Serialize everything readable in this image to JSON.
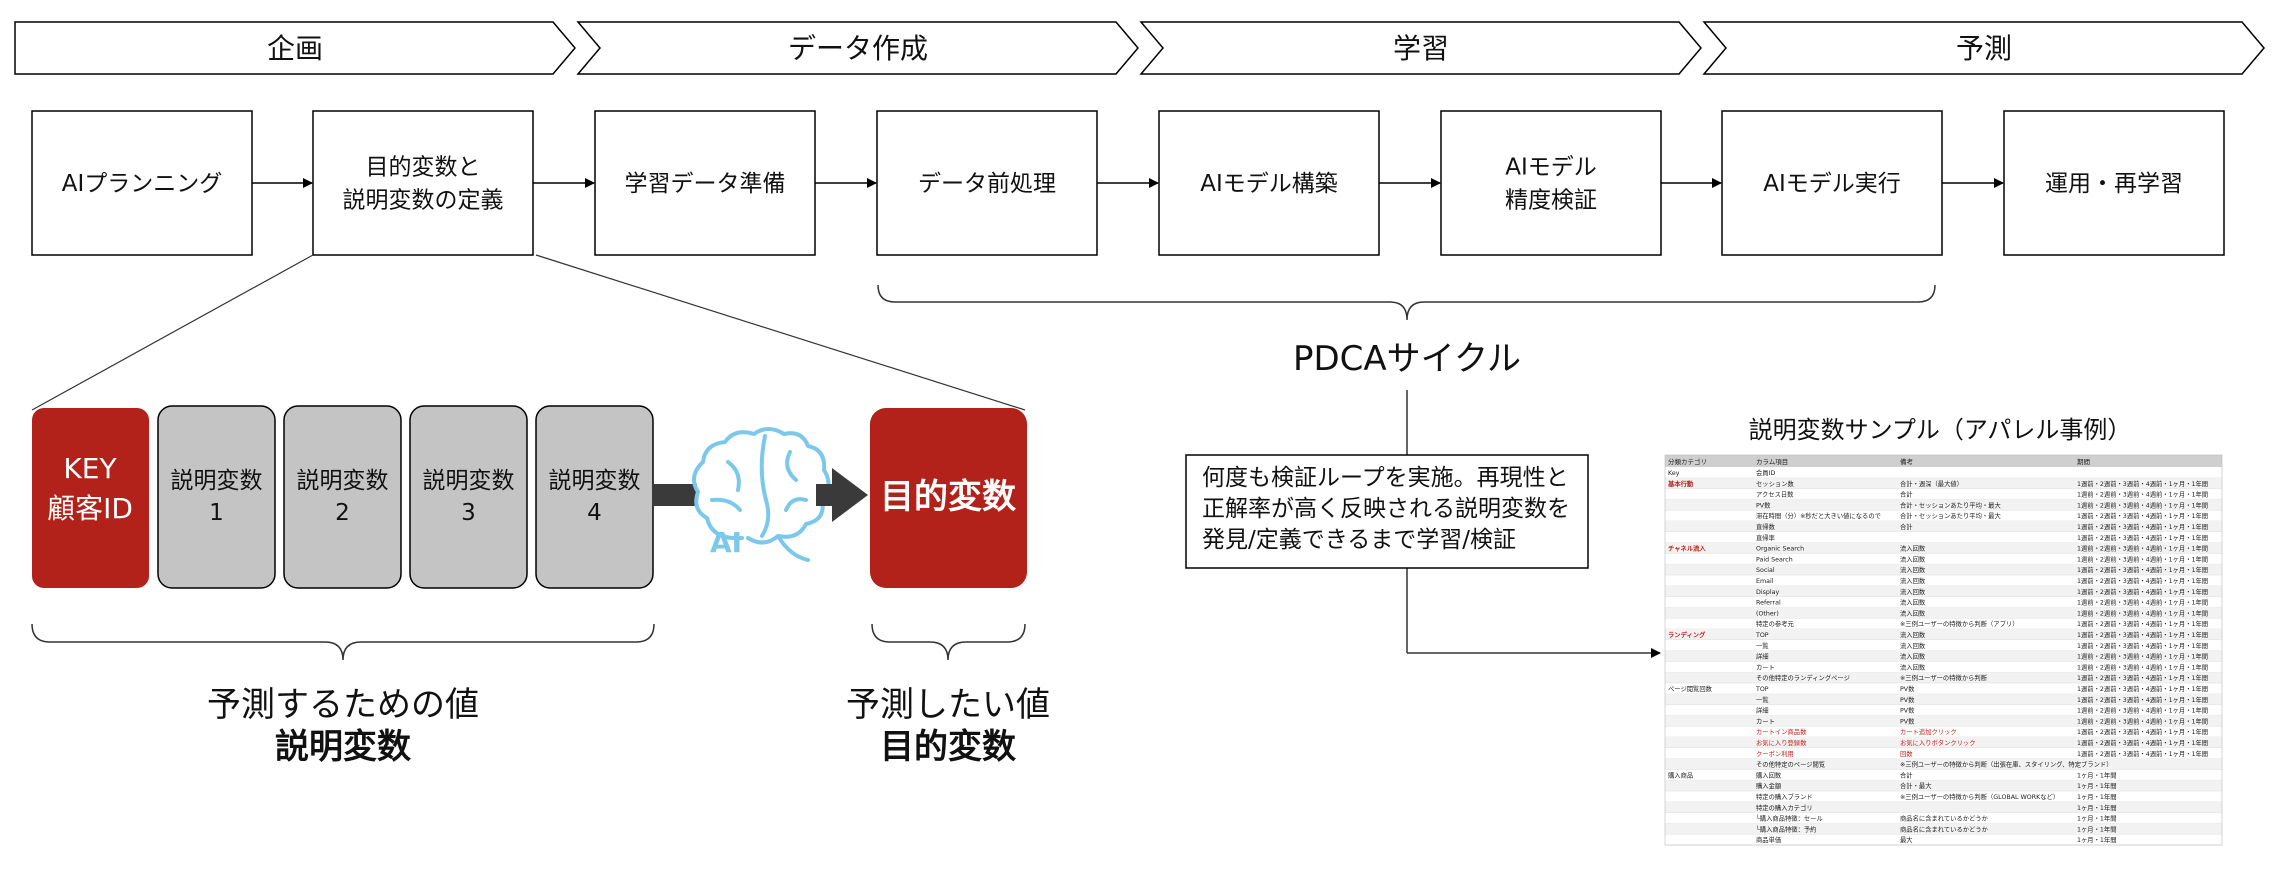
{
  "phases": [
    "企画",
    "データ作成",
    "学習",
    "予測"
  ],
  "steps": [
    {
      "lines": [
        "AIプランニング"
      ]
    },
    {
      "lines": [
        "目的変数と",
        "説明変数の定義"
      ]
    },
    {
      "lines": [
        "学習データ準備"
      ]
    },
    {
      "lines": [
        "データ前処理"
      ]
    },
    {
      "lines": [
        "AIモデル構築"
      ]
    },
    {
      "lines": [
        "AIモデル",
        "精度検証"
      ]
    },
    {
      "lines": [
        "AIモデル実行"
      ]
    },
    {
      "lines": [
        "運用・再学習"
      ]
    }
  ],
  "pdca_label": "PDCAサイクル",
  "pdca_note": [
    "何度も検証ループを実施。再現性と",
    "正解率が高く反映される説明変数を",
    "発見/定義できるまで学習/検証"
  ],
  "variables": {
    "key": [
      "KEY",
      "顧客ID"
    ],
    "explanatory": [
      [
        "説明変数",
        "1"
      ],
      [
        "説明変数",
        "2"
      ],
      [
        "説明変数",
        "3"
      ],
      [
        "説明変数",
        "4"
      ]
    ],
    "ai_label": "AI",
    "target": "目的変数"
  },
  "captions": {
    "left_line1": "予測するための値",
    "left_line2": "説明変数",
    "right_line1": "予測したい値",
    "right_line2": "目的変数"
  },
  "sample": {
    "title": "説明変数サンプル（アパレル事例）",
    "columns": [
      "分類カテゴリ",
      "カラム項目",
      "備考",
      "期間"
    ],
    "rows": [
      {
        "cat": "Key",
        "item": "会員ID",
        "note": "",
        "period": ""
      },
      {
        "cat": "基本行動",
        "cat_red": true,
        "item": "セッション数",
        "note": "合計・週深（最大値）",
        "period": "1週前・2週前・3週前・4週前・1ヶ月・1年間"
      },
      {
        "cat": "",
        "item": "アクセス日数",
        "note": "合計",
        "period": "1週前・2週前・3週前・4週前・1ヶ月・1年間"
      },
      {
        "cat": "",
        "item": "PV数",
        "note": "合計・セッションあたり平均・最大",
        "period": "1週前・2週前・3週前・4週前・1ヶ月・1年間"
      },
      {
        "cat": "",
        "item": "滞在時間（分）※秒だと大きい値になるので",
        "note": "合計・セッションあたり平均・最大",
        "period": "1週前・2週前・3週前・4週前・1ヶ月・1年間"
      },
      {
        "cat": "",
        "item": "直帰数",
        "note": "合計",
        "period": "1週前・2週前・3週前・4週前・1ヶ月・1年間"
      },
      {
        "cat": "",
        "item": "直帰率",
        "note": "",
        "period": "1週前・2週前・3週前・4週前・1ヶ月・1年間"
      },
      {
        "cat": "チャネル流入",
        "cat_red": true,
        "item": "Organic Search",
        "note": "流入回数",
        "period": "1週前・2週前・3週前・4週前・1ヶ月・1年間"
      },
      {
        "cat": "",
        "item": "Paid Search",
        "note": "流入回数",
        "period": "1週前・2週前・3週前・4週前・1ヶ月・1年間"
      },
      {
        "cat": "",
        "item": "Social",
        "note": "流入回数",
        "period": "1週前・2週前・3週前・4週前・1ヶ月・1年間"
      },
      {
        "cat": "",
        "item": "Email",
        "note": "流入回数",
        "period": "1週前・2週前・3週前・4週前・1ヶ月・1年間"
      },
      {
        "cat": "",
        "item": "Display",
        "note": "流入回数",
        "period": "1週前・2週前・3週前・4週前・1ヶ月・1年間"
      },
      {
        "cat": "",
        "item": "Referral",
        "note": "流入回数",
        "period": "1週前・2週前・3週前・4週前・1ヶ月・1年間"
      },
      {
        "cat": "",
        "item": "(Other)",
        "note": "流入回数",
        "period": "1週前・2週前・3週前・4週前・1ヶ月・1年間"
      },
      {
        "cat": "",
        "item": "特定の参考元",
        "note": "※三例ユーザーの特徴から判断（アプリ）",
        "period": "1週前・2週前・3週前・4週前・1ヶ月・1年間"
      },
      {
        "cat": "ランディング",
        "cat_red": true,
        "item": "TOP",
        "note": "流入回数",
        "period": "1週前・2週前・3週前・4週前・1ヶ月・1年間"
      },
      {
        "cat": "",
        "item": "一覧",
        "note": "流入回数",
        "period": "1週前・2週前・3週前・4週前・1ヶ月・1年間"
      },
      {
        "cat": "",
        "item": "詳細",
        "note": "流入回数",
        "period": "1週前・2週前・3週前・4週前・1ヶ月・1年間"
      },
      {
        "cat": "",
        "item": "カート",
        "note": "流入回数",
        "period": "1週前・2週前・3週前・4週前・1ヶ月・1年間"
      },
      {
        "cat": "",
        "item": "その他特定のランディングページ",
        "note": "※三例ユーザーの特徴から判断",
        "period": "1週前・2週前・3週前・4週前・1ヶ月・1年間"
      },
      {
        "cat": "ページ閲覧回数",
        "item": "TOP",
        "note": "PV数",
        "period": "1週前・2週前・3週前・4週前・1ヶ月・1年間"
      },
      {
        "cat": "",
        "item": "一覧",
        "note": "PV数",
        "period": "1週前・2週前・3週前・4週前・1ヶ月・1年間"
      },
      {
        "cat": "",
        "item": "詳細",
        "note": "PV数",
        "period": "1週前・2週前・3週前・4週前・1ヶ月・1年間"
      },
      {
        "cat": "",
        "item": "カート",
        "note": "PV数",
        "period": "1週前・2週前・3週前・4週前・1ヶ月・1年間"
      },
      {
        "cat": "",
        "item": "カートイン商品数",
        "item_red": true,
        "note": "カート追加クリック",
        "note_red": true,
        "period": "1週前・2週前・3週前・4週前・1ヶ月・1年間"
      },
      {
        "cat": "",
        "item": "お気に入り登録数",
        "item_red": true,
        "note": "お気に入りボタンクリック",
        "note_red": true,
        "period": "1週前・2週前・3週前・4週前・1ヶ月・1年間"
      },
      {
        "cat": "",
        "item": "クーポン利用",
        "item_red": true,
        "note": "回数",
        "note_red": true,
        "period": "1週前・2週前・3週前・4週前・1ヶ月・1年間"
      },
      {
        "cat": "",
        "item": "その他特定のページ閲覧",
        "note": "※三例ユーザーの特徴から判断（出張在庫、スタイリング、特定ブランド）",
        "period": ""
      },
      {
        "cat": "購入商品",
        "item": "購入回数",
        "note": "合計",
        "period": "1ヶ月・1年間"
      },
      {
        "cat": "",
        "item": "購入金額",
        "note": "合計・最大",
        "period": "1ヶ月・1年間"
      },
      {
        "cat": "",
        "item": "特定の購入ブランド",
        "note": "※三例ユーザーの特徴から判断（GLOBAL WORKなど）",
        "period": "1ヶ月・1年間"
      },
      {
        "cat": "",
        "item": "特定の購入カテゴリ",
        "note": "",
        "period": "1ヶ月・1年間"
      },
      {
        "cat": "",
        "item": "└購入商品特徴：セール",
        "note": "商品名に含まれているかどうか",
        "period": "1ヶ月・1年間"
      },
      {
        "cat": "",
        "item": "└購入商品特徴：予約",
        "note": "商品名に含まれているかどうか",
        "period": "1ヶ月・1年間"
      },
      {
        "cat": "",
        "item": "商品単価",
        "note": "最大",
        "period": "1ヶ月・1年間"
      }
    ]
  },
  "colors": {
    "accent_red": "#b2221b",
    "var_gray": "#c4c4c4",
    "brain_blue": "#7cc8ea",
    "dark_arrow": "#3a3a3a",
    "table_red": "#c0201a"
  }
}
